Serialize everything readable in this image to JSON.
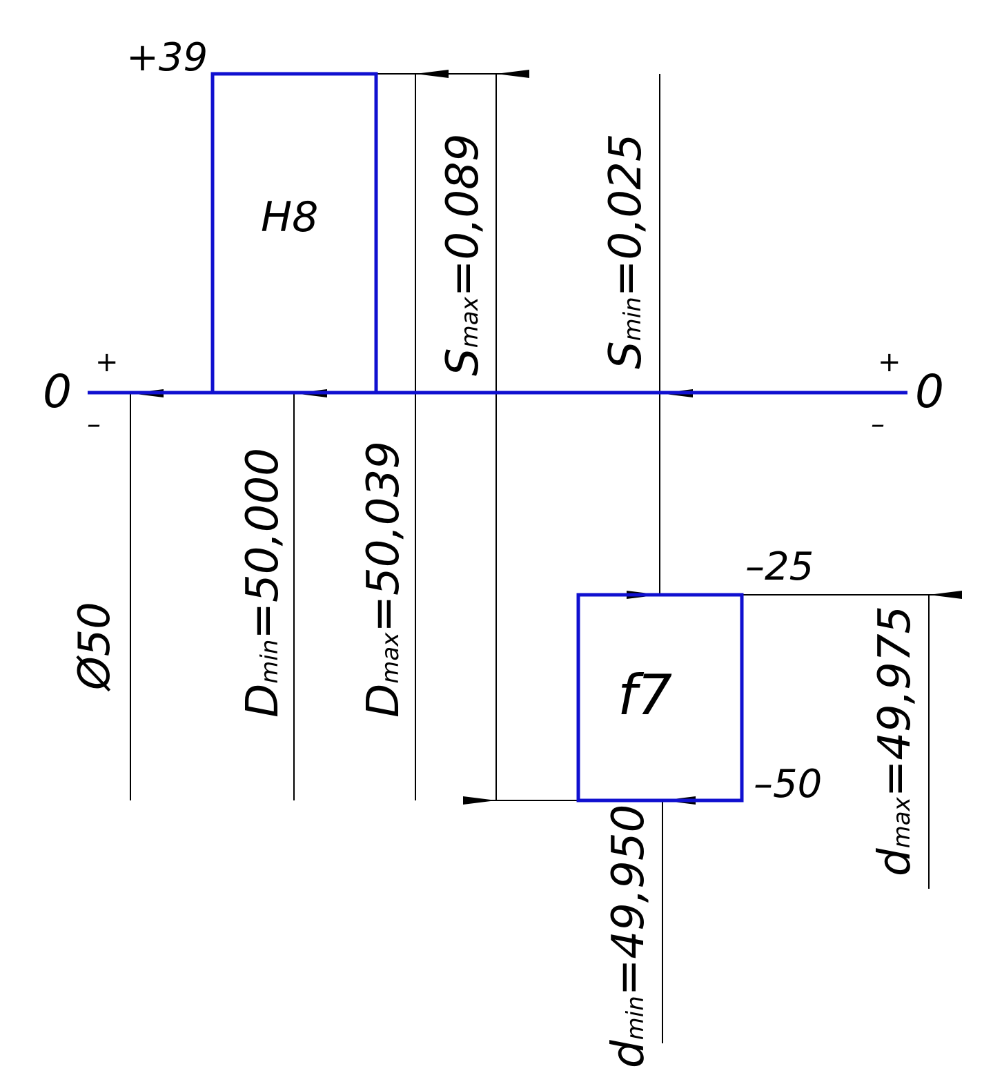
{
  "colors": {
    "zone": "#1010d0",
    "line": "#000000",
    "background": "#ffffff"
  },
  "zero_line": {
    "label_left": "0",
    "label_right": "0",
    "plus": "+",
    "minus": "–"
  },
  "hole": {
    "name": "H8",
    "upper_deviation": "+39",
    "lower_deviation_um": 0,
    "dmin_label": "D",
    "dmin_sub": "min",
    "dmin_value": "=50,000",
    "dmax_label": "D",
    "dmax_sub": "max",
    "dmax_value": "=50,039"
  },
  "shaft": {
    "name": "f7",
    "upper_deviation": "–25",
    "lower_deviation": "–50",
    "dmin_label": "d",
    "dmin_sub": "min",
    "dmin_value": "=49,950",
    "dmax_label": "d",
    "dmax_sub": "max",
    "dmax_value": "=49,975"
  },
  "nominal": {
    "label": "Ø50"
  },
  "clearance": {
    "smax_label": "S",
    "smax_sub": "max",
    "smax_value": "=0,089",
    "smin_label": "S",
    "smin_sub": "min",
    "smin_value": "=0,025"
  }
}
